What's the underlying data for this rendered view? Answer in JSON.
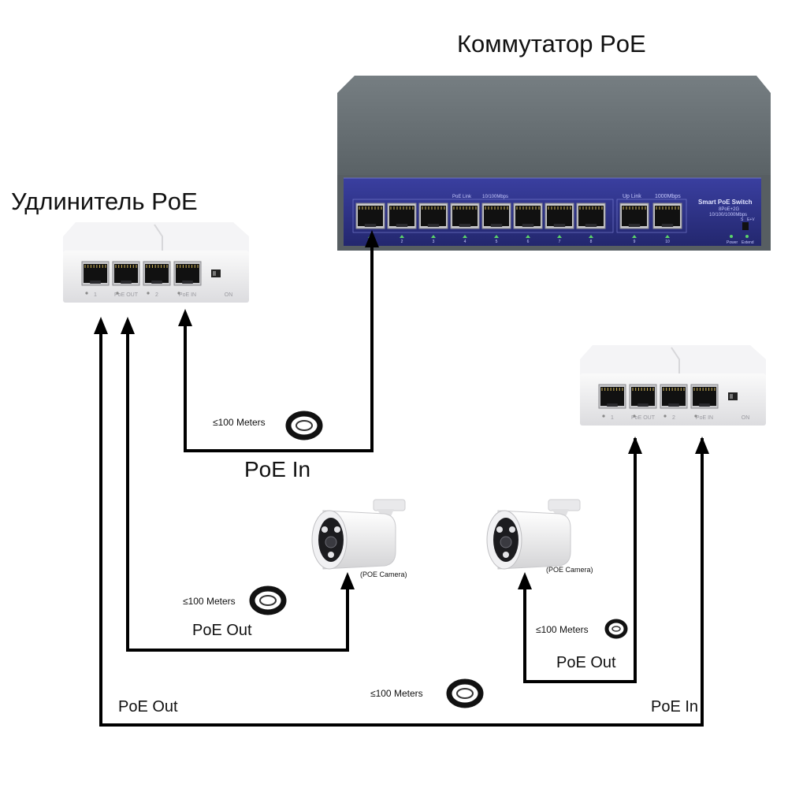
{
  "titles": {
    "switch": "Коммутатор PoE",
    "extender": "Удлинитель PoE"
  },
  "switch_panel": {
    "poe_link": "PoE Link",
    "speed_poe": "10/100Mbps",
    "uplink": "Up Link",
    "speed_uplink": "1000Mbps",
    "brand": "Smart PoE Switch",
    "model": "8PoE+2G",
    "model_speed": "10/100/1000Mbps",
    "port_numbers": [
      "1",
      "2",
      "3",
      "4",
      "5",
      "6",
      "7",
      "8",
      "9",
      "10"
    ],
    "led_power": "Power",
    "led_extend": "Extend",
    "switch_s": "S",
    "switch_ev": "E+V"
  },
  "extender": {
    "port_labels": [
      "1",
      "PoE OUT",
      "2",
      "PoE IN"
    ],
    "switch_label": "ON"
  },
  "connections": {
    "poe_in_main": "PoE In",
    "poe_out_camera1": "PoE Out",
    "poe_out_long": "PoE Out",
    "poe_out_camera2": "PoE Out",
    "poe_in_ext2": "PoE In"
  },
  "distances": {
    "d1": "≤100 Meters",
    "d2": "≤100 Meters",
    "d3": "≤100 Meters",
    "d4": "≤100 Meters"
  },
  "cameras": {
    "cam1": "(POE Camera)",
    "cam2": "(POE Camera)"
  },
  "colors": {
    "line": "#000000",
    "switch_body": "#5f676a",
    "switch_panel": "#2b2f86",
    "extender_body": "#f2f2f4"
  }
}
